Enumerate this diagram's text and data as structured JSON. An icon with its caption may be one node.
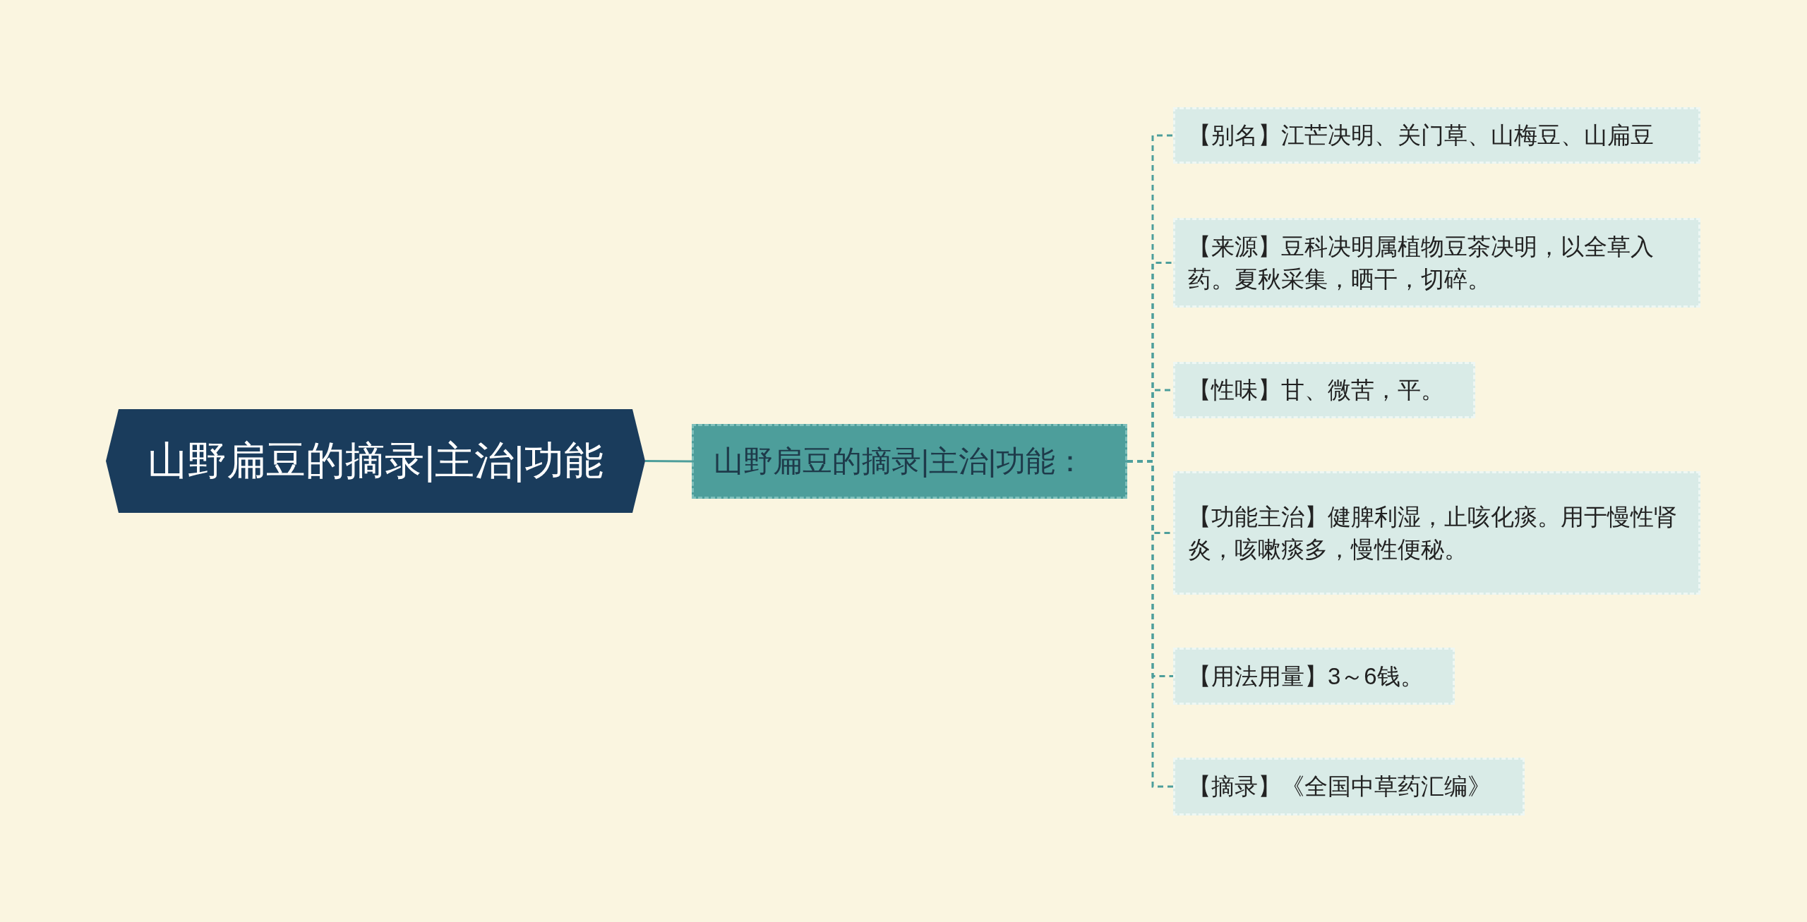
{
  "diagram": {
    "nodes": [
      {
        "text": [
          "山野扁豆的摘录|主治|功能"
        ]
      },
      {
        "text": [
          "山野扁豆的摘录|主治|功能："
        ]
      },
      {
        "text": [
          "【别名】江芒决明、关门草、山梅豆、山扁豆"
        ]
      },
      {
        "text": [
          "【来源】豆科决明属植物豆茶决明，以全草入药。夏秋采集，晒干，切碎。"
        ]
      },
      {
        "text": [
          "【性味】甘、微苦，平。"
        ]
      },
      {
        "text": [
          "【功能主治】健脾利湿，止咳化痰。用于慢性肾炎，咳嗽痰多，慢性便秘。"
        ]
      },
      {
        "text": [
          "【用法用量】3～6钱。"
        ]
      },
      {
        "text": [
          "【摘录】《全国中草药汇编》"
        ]
      }
    ],
    "edges": [
      {
        "from": 0,
        "to": 1,
        "arrow": "none"
      },
      {
        "from": 1,
        "to": 2,
        "arrow": "none",
        "style": "dashed"
      },
      {
        "from": 1,
        "to": 3,
        "arrow": "none",
        "style": "dashed"
      },
      {
        "from": 1,
        "to": 4,
        "arrow": "none",
        "style": "dashed"
      },
      {
        "from": 1,
        "to": 5,
        "arrow": "none",
        "style": "dashed"
      },
      {
        "from": 1,
        "to": 6,
        "arrow": "none",
        "style": "dashed"
      },
      {
        "from": 1,
        "to": 7,
        "arrow": "none",
        "style": "dashed"
      }
    ]
  }
}
